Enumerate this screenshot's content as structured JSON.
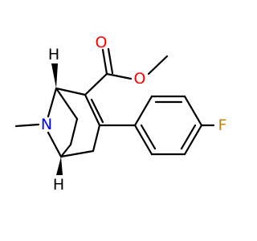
{
  "molecule": {
    "atoms": {
      "oxygen_carbonyl": "O",
      "oxygen_ester": "O",
      "nitrogen": "N",
      "fluorine": "F",
      "hydrogen_top": "H",
      "hydrogen_bottom": "H"
    },
    "colors": {
      "bond": "#000000",
      "oxygen": "#ff0000",
      "nitrogen": "#0000ff",
      "fluorine": "#b8860b",
      "hydrogen": "#000000",
      "background": "#ffffff"
    }
  }
}
